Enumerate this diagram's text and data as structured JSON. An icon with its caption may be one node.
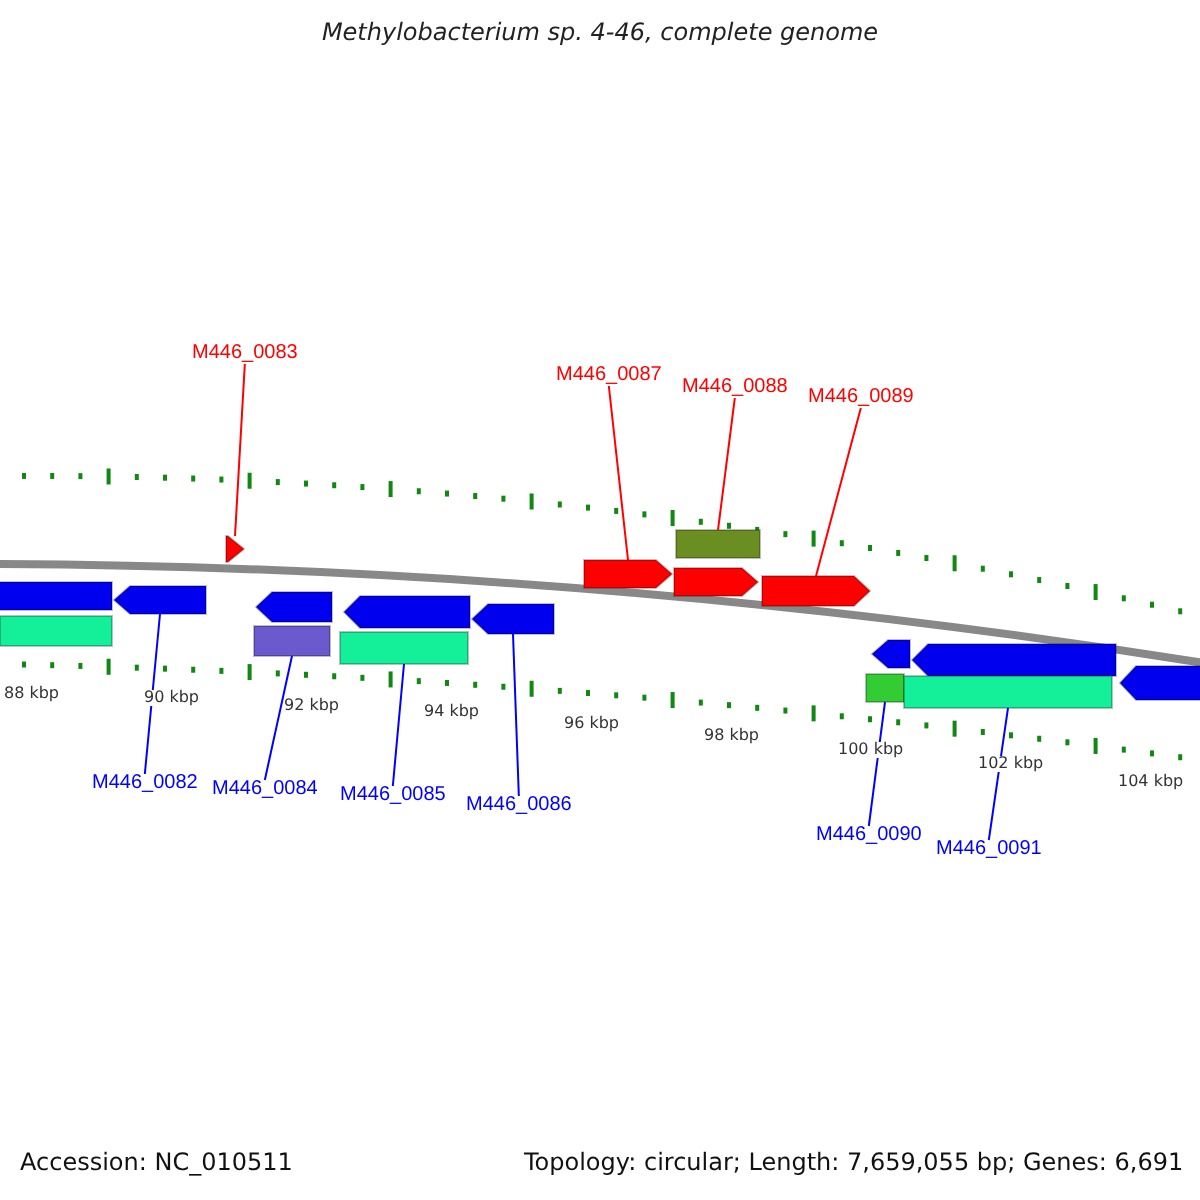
{
  "diagram": {
    "title": "Methylobacterium sp. 4-46, complete genome",
    "nodes": [
      {
        "text": [
          "M446_0083"
        ]
      },
      {
        "text": [
          "M446_0087"
        ]
      },
      {
        "text": [
          "M446_0088"
        ]
      },
      {
        "text": [
          "M446_0089"
        ]
      },
      {
        "text": [],
        "shape": "bar"
      },
      {
        "text": [],
        "shape": "arrow"
      },
      {
        "text": [],
        "shape": "arrow"
      },
      {
        "text": [],
        "shape": "arrow"
      },
      {
        "text": [],
        "shape": "arrow"
      },
      {
        "text": [],
        "shape": "arrow"
      },
      {
        "text": [],
        "shape": "arrow"
      },
      {
        "text": [],
        "shape": "arrow"
      },
      {
        "text": [],
        "shape": "arrow"
      },
      {
        "text": [],
        "shape": "arrow"
      },
      {
        "text": [],
        "shape": "arrow"
      },
      {
        "text": [],
        "shape": "arrow"
      },
      {
        "text": [],
        "shape": "arrow"
      },
      {
        "text": [],
        "shape": "bar"
      },
      {
        "text": [],
        "shape": "bar"
      },
      {
        "text": [],
        "shape": "bar"
      },
      {
        "text": [],
        "shape": "bar"
      },
      {
        "text": [],
        "shape": "bar"
      },
      {
        "text": [
          "M446_0082"
        ]
      },
      {
        "text": [
          "M446_0084"
        ]
      },
      {
        "text": [
          "M446_0085"
        ]
      },
      {
        "text": [
          "M446_0086"
        ]
      },
      {
        "text": [
          "M446_0090"
        ]
      },
      {
        "text": [
          "M446_0091"
        ]
      }
    ],
    "edges": [
      {
        "from": 0,
        "to": 5,
        "arrow": "none",
        "color": "#ff0000"
      },
      {
        "from": 1,
        "to": 6,
        "arrow": "none",
        "color": "#ff0000"
      },
      {
        "from": 2,
        "to": 4,
        "arrow": "none",
        "color": "#ff0000"
      },
      {
        "from": 3,
        "to": 8,
        "arrow": "none",
        "color": "#ff0000"
      },
      {
        "from": 22,
        "to": 10,
        "arrow": "none",
        "color": "#0000ff"
      },
      {
        "from": 23,
        "to": 18,
        "arrow": "none",
        "color": "#0000ff"
      },
      {
        "from": 24,
        "to": 19,
        "arrow": "none",
        "color": "#0000ff"
      },
      {
        "from": 25,
        "to": 13,
        "arrow": "none",
        "color": "#0000ff"
      },
      {
        "from": 26,
        "to": 20,
        "arrow": "none",
        "color": "#0000ff"
      },
      {
        "from": 27,
        "to": 21,
        "arrow": "none",
        "color": "#0000ff"
      }
    ],
    "labels": [
      "88 kbp",
      "90 kbp",
      "92 kbp",
      "94 kbp",
      "96 kbp",
      "98 kbp",
      "100 kbp",
      "102 kbp",
      "104 kbp",
      "Accession: NC_010511",
      "Topology: circular; Length: 7,659,055 bp; Genes: 6,691"
    ]
  }
}
